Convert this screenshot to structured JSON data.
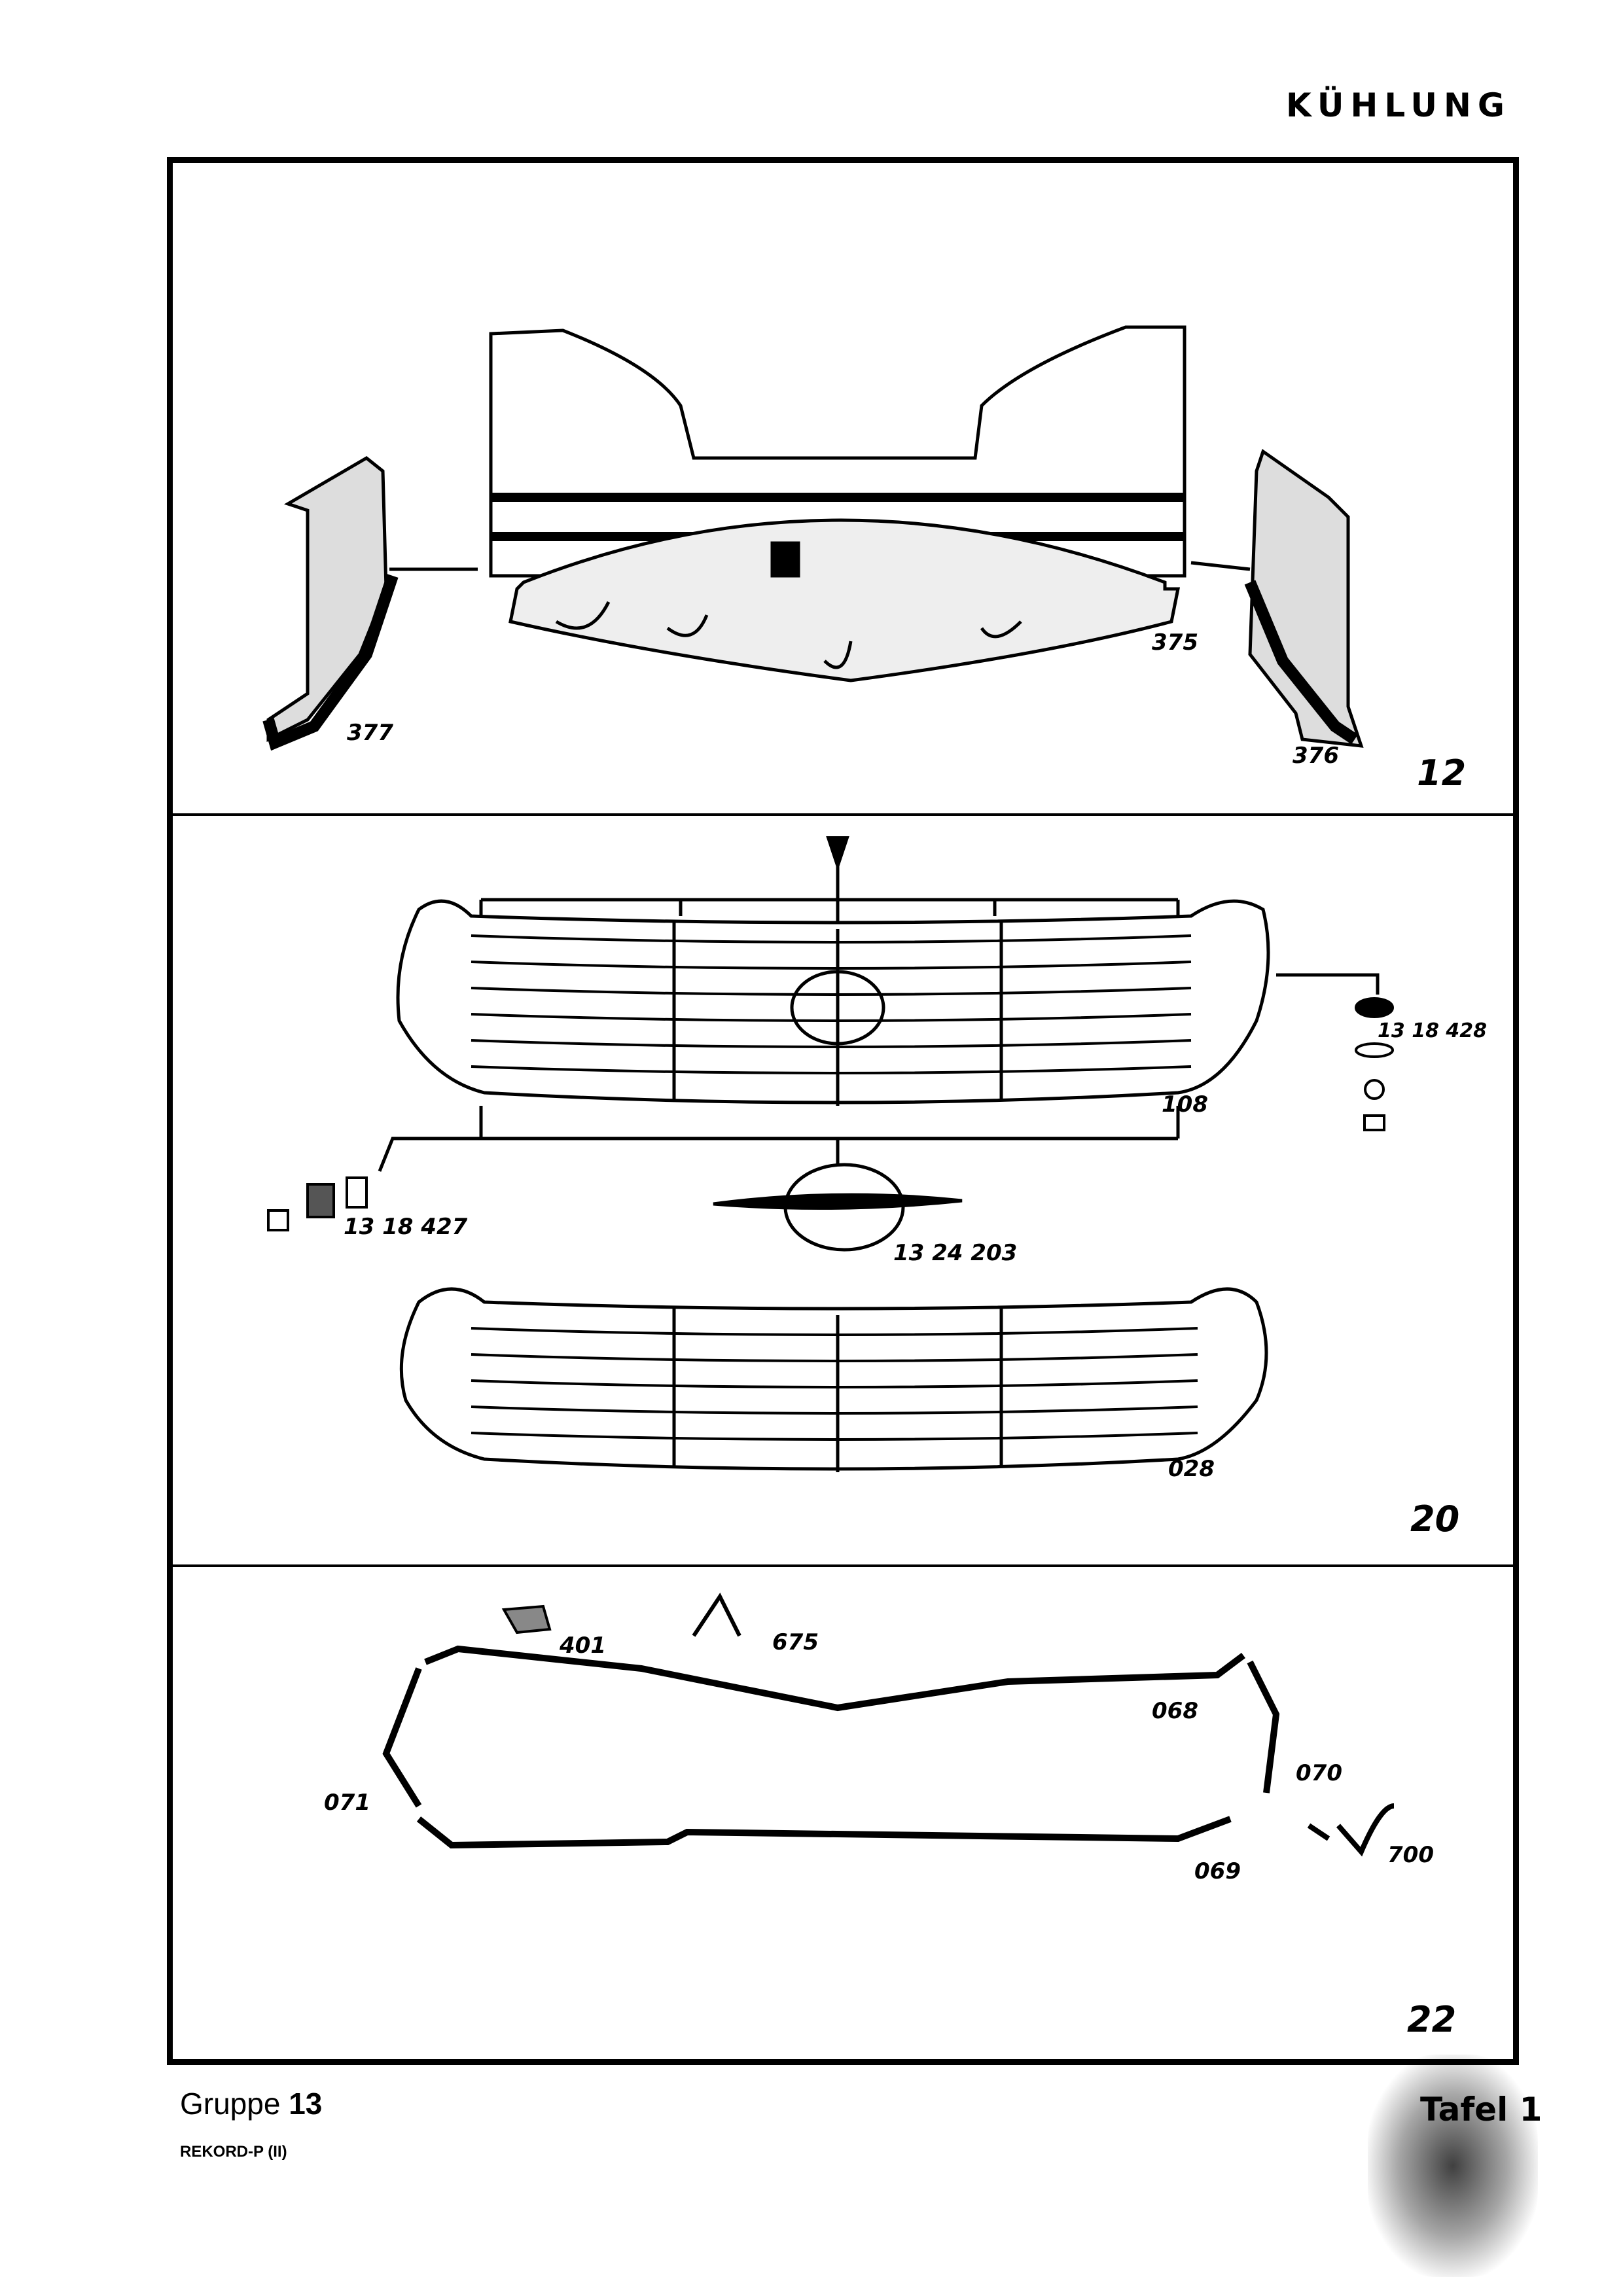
{
  "header": {
    "section_title": "KÜHLUNG"
  },
  "figures": [
    {
      "number": "12",
      "parts": [
        "377",
        "375",
        "376"
      ]
    },
    {
      "number": "20",
      "parts": [
        "13 18 428",
        "108",
        "13 18 427",
        "13 24 203",
        "028"
      ]
    },
    {
      "number": "22",
      "parts": [
        "401",
        "675",
        "068",
        "070",
        "071",
        "069",
        "700"
      ]
    }
  ],
  "footer": {
    "group_label": "Gruppe",
    "group_number": "13",
    "model": "REKORD-P (II)",
    "plate": "Tafel 1"
  }
}
